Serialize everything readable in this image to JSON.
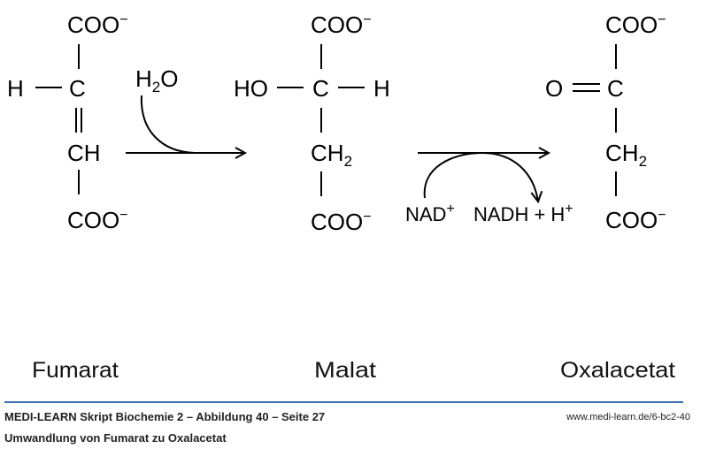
{
  "compounds": {
    "fumarate": {
      "top": "COO",
      "charge": "−",
      "h": "H",
      "c": "C",
      "ch": "CH",
      "bottom": "COO",
      "name": "Fumarat"
    },
    "malate": {
      "top": "COO",
      "charge": "−",
      "ho": "HO",
      "c": "C",
      "h": "H",
      "ch": "CH",
      "sub": "2",
      "bottom": "COO",
      "name": "Malat"
    },
    "oxaloacetate": {
      "top": "COO",
      "charge": "−",
      "o": "O",
      "c": "C",
      "ch": "CH",
      "sub": "2",
      "bottom": "COO",
      "name": "Oxalacetat"
    }
  },
  "reagents": {
    "water_h": "H",
    "water_sub": "2",
    "water_o": "O",
    "nad": "NAD",
    "nad_charge": "+",
    "nadh": "NADH + H",
    "nadh_charge": "+"
  },
  "footer": {
    "title": "MEDI-LEARN Skript Biochemie 2 – Abbildung 40 – Seite 27",
    "subtitle": "Umwandlung von Fumarat zu Oxalacetat",
    "url": "www.medi-learn.de/6-bc2-40"
  },
  "colors": {
    "rule": "#3b6db3"
  }
}
